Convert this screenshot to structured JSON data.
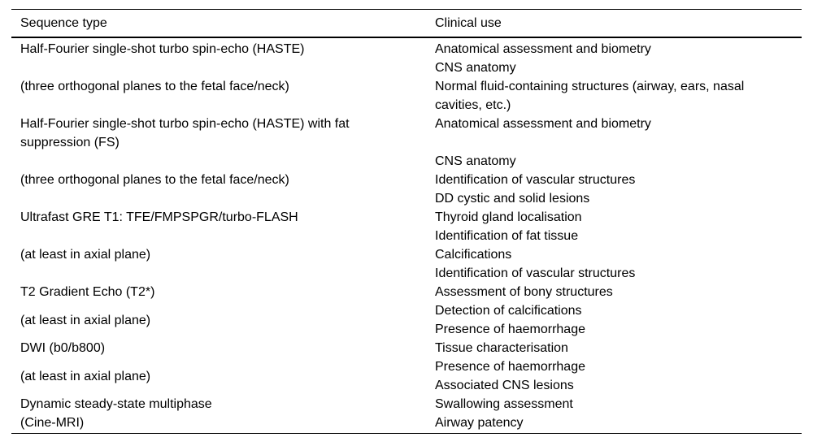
{
  "page": {
    "background": "#ffffff",
    "text_color": "#000000",
    "rule_color": "#000000"
  },
  "table": {
    "columns": [
      {
        "label": "Sequence type"
      },
      {
        "label": "Clinical use"
      }
    ],
    "rows": [
      {
        "left": "Half-Fourier single-shot turbo spin-echo (HASTE)",
        "right": "Anatomical assessment and biometry",
        "left_offset": false
      },
      {
        "left": "",
        "right": "CNS anatomy",
        "left_offset": false
      },
      {
        "left": "(three orthogonal planes to the fetal face/neck)",
        "right": "Normal fluid-containing structures (airway, ears, nasal cavities, etc.)",
        "left_offset": false
      },
      {
        "left": "Half-Fourier single-shot turbo spin-echo (HASTE) with fat suppression (FS)",
        "right": "Anatomical assessment and biometry",
        "left_offset": false
      },
      {
        "left": "",
        "right": "CNS anatomy",
        "left_offset": false
      },
      {
        "left": "(three orthogonal planes to the fetal face/neck)",
        "right": "Identification of vascular structures",
        "left_offset": false
      },
      {
        "left": "",
        "right": "DD cystic and solid lesions",
        "left_offset": false
      },
      {
        "left": "Ultrafast GRE T1: TFE/FMPSPGR/turbo-FLASH",
        "right": "Thyroid gland localisation",
        "left_offset": false
      },
      {
        "left": "",
        "right": "Identification of fat tissue",
        "left_offset": false
      },
      {
        "left": "(at least in axial plane)",
        "right": "Calcifications",
        "left_offset": false
      },
      {
        "left": "",
        "right": "Identification of vascular structures",
        "left_offset": false
      },
      {
        "left": "T2 Gradient Echo (T2*)",
        "right": "Assessment of bony structures",
        "left_offset": false
      },
      {
        "left": "",
        "right": "Detection of calcifications",
        "left_offset": false
      },
      {
        "left": "(at least in axial plane)",
        "right": "Presence of haemorrhage",
        "left_offset": true
      },
      {
        "left": "DWI (b0/b800)",
        "right": "Tissue characterisation",
        "left_offset": false
      },
      {
        "left": "",
        "right": "Presence of haemorrhage",
        "left_offset": false
      },
      {
        "left": "(at least in axial plane)",
        "right": "Associated CNS lesions",
        "left_offset": true
      },
      {
        "left": "Dynamic steady-state multiphase",
        "right": "Swallowing assessment",
        "left_offset": false
      },
      {
        "left": "(Cine-MRI)",
        "right": "Airway patency",
        "left_offset": false
      }
    ]
  }
}
